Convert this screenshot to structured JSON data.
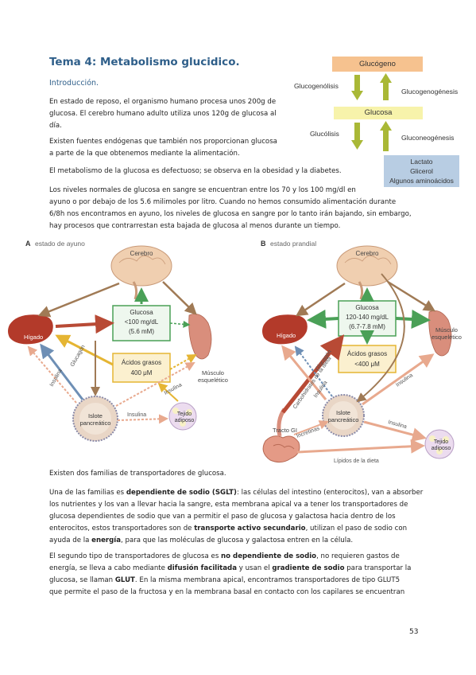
{
  "page": {
    "title": "Tema 4: Metabolismo glucidico.",
    "subtitle": "Introducción.",
    "page_number": "53"
  },
  "paragraphs": {
    "p1_l1": "En estado de reposo, el organismo humano procesa unos 200g de",
    "p1_l2": "glucosa. El cerebro humano adulto utiliza unos 120g de glucosa al",
    "p1_l3": "día.",
    "p2_l1": "Existen fuentes endógenas que también nos proporcionan glucosa",
    "p2_l2": "a parte de la que obtenemos mediante la alimentación.",
    "p3": "El metabolismo de la glucosa es defectuoso; se observa en la obesidad y la diabetes.",
    "p4_l1": "Los niveles normales de glucosa en sangre se encuentran entre los 70 y los 100 mg/dl en",
    "p4_l2": "ayuno o por debajo de los 5.6 milimoles por litro. Cuando no hemos consumido alimentación durante",
    "p4_l3": "6/8h nos encontramos en ayuno, los niveles de glucosa en sangre por lo tanto irán bajando, sin embargo,",
    "p4_l4": "hay procesos que contrarrestan esta bajada de glucosa al menos durante un tiempo.",
    "p5": "Existen dos familias de transportadores de glucosa.",
    "p6_l1a": "Una de las familias es ",
    "p6_l1b": "dependiente de sodio (SGLT)",
    "p6_l1c": ": las células del intestino (enterocitos), van a absorber",
    "p6_l2": "los nutrientes y los van a llevar hacia la sangre, esta membrana apical va a tener los transportadores de",
    "p6_l3": "glucosa dependientes de sodio que van a permitir el paso de glucosa y galactosa hacia dentro de los",
    "p6_l4a": "enterocitos, estos transportadores son de ",
    "p6_l4b": "transporte activo secundario",
    "p6_l4c": ", utilizan el paso de sodio con",
    "p6_l5a": "ayuda de la ",
    "p6_l5b": "energía",
    "p6_l5c": ", para que las moléculas de glucosa y galactosa entren en la célula.",
    "p7_l1a": "El segundo tipo de transportadores de glucosa es ",
    "p7_l1b": "no dependiente de sodio",
    "p7_l1c": ", no requieren gastos de",
    "p7_l2a": "energía, se lleva a cabo mediante ",
    "p7_l2b": "difusión facilitada",
    "p7_l2c": " y usan el ",
    "p7_l2d": "gradiente de sodio",
    "p7_l2e": " para transportar la",
    "p7_l3a": "glucosa, se llaman ",
    "p7_l3b": "GLUT",
    "p7_l3c": ". En la misma membrana apical, encontramos transportadores de tipo GLUT5",
    "p7_l4": "que permite el paso de la fructosa y en la membrana basal en contacto con los capilares se encuentran"
  },
  "pathway_diagram": {
    "glucogeno": "Glucógeno",
    "glucosa": "Glucosa",
    "glucogenolisis": "Glucogenólisis",
    "glucogenogenesis": "Glucogenogénesis",
    "glucolisis": "Glucólisis",
    "gluconeogenesis": "Gluconeogénesis",
    "lactato_l1": "Lactato",
    "lactato_l2": "Glicerol",
    "lactato_l3": "Algunos aminoácidos"
  },
  "figure": {
    "panel_a_letter": "A",
    "panel_a_title": "estado de ayuno",
    "panel_b_letter": "B",
    "panel_b_title": "estado prandial",
    "cerebro": "Cerebro",
    "higado": "Hígado",
    "musculo_l1": "Músculo",
    "musculo_l2": "esquelético",
    "islote_l1": "Islote",
    "islote_l2": "pancreático",
    "tejido_l1": "Tejido",
    "tejido_l2": "adiposo",
    "insulina": "Insulina",
    "glucagon": "Glucagón",
    "a_glucosa_l1": "Glucosa",
    "a_glucosa_l2": "<100 mg/dL",
    "a_glucosa_l3": "(5.6 mM)",
    "a_acidos_l1": "Ácidos grasos",
    "a_acidos_l2": "400 μM",
    "b_glucosa_l1": "Glucosa",
    "b_glucosa_l2": "120-140 mg/dL",
    "b_glucosa_l3": "(6.7-7.8 mM)",
    "b_acidos_l1": "Ácidos grasos",
    "b_acidos_l2": "<400 μM",
    "carbohidratos": "Carbohidratos de la dieta",
    "tracto_gi": "Tracto GI",
    "incretinas": "Incretinas",
    "lipidos": "Lípidos de la dieta"
  }
}
